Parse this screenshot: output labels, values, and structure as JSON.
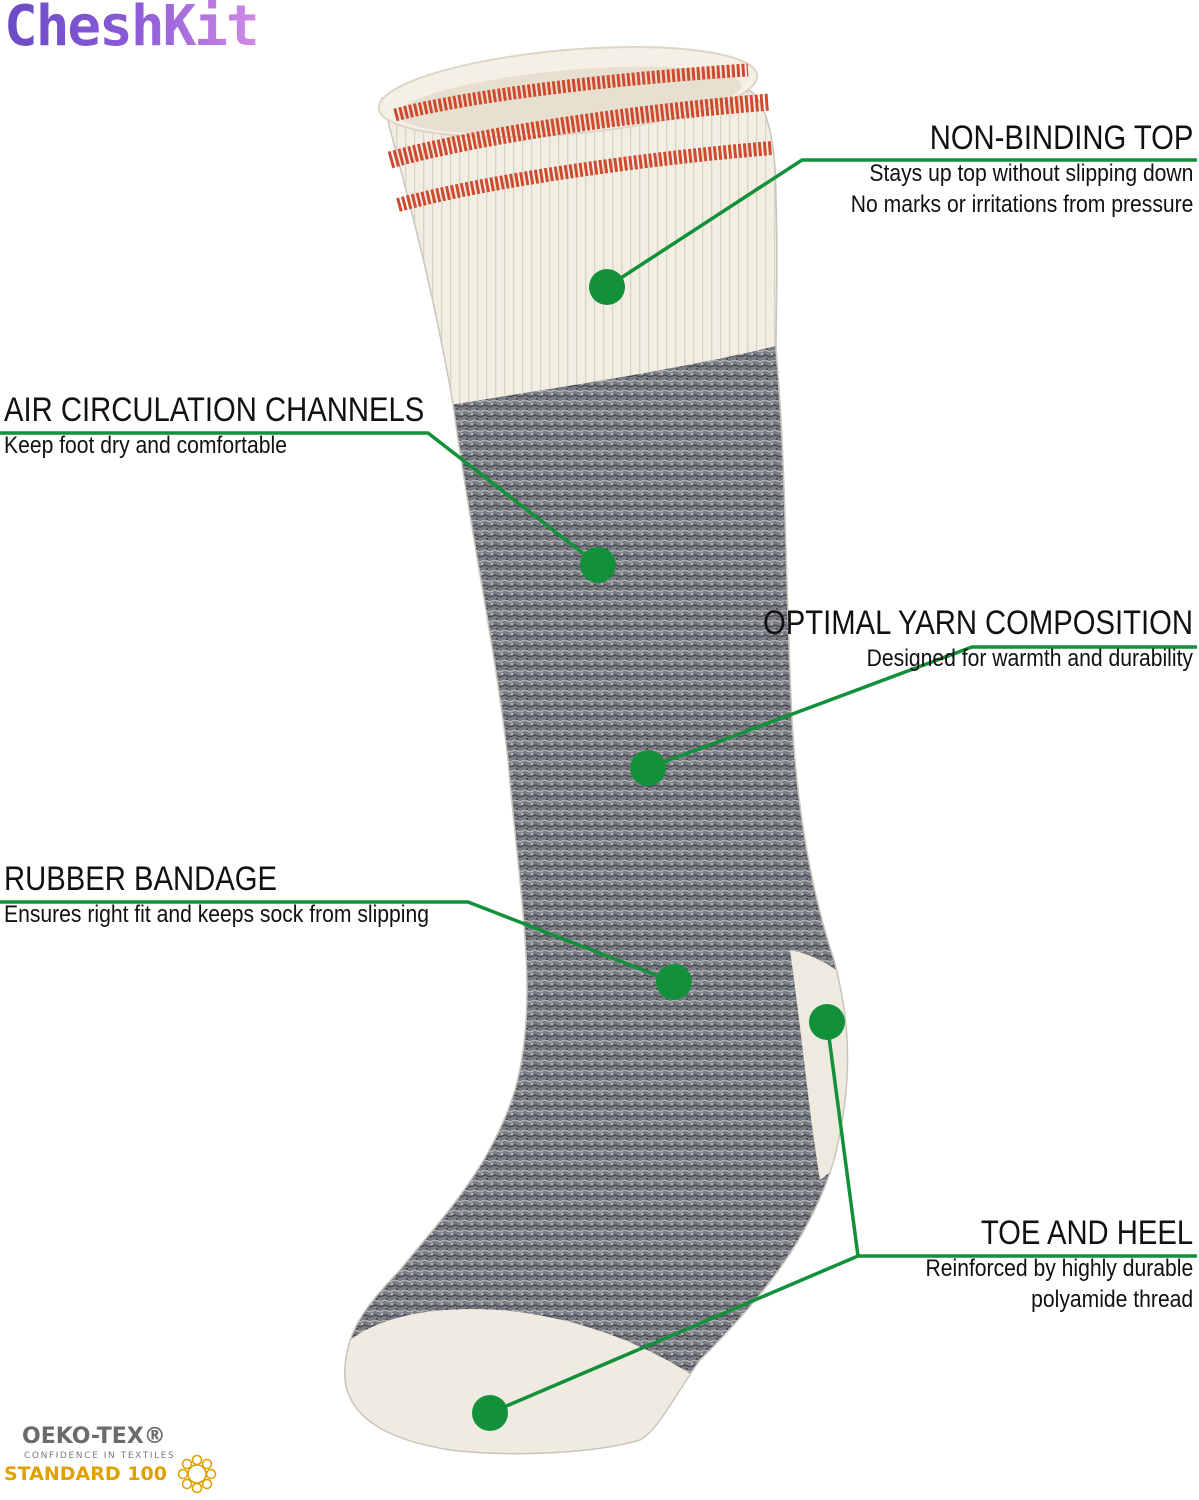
{
  "brand": {
    "name": "CheshKit"
  },
  "features": [
    {
      "title": "NON-BINDING TOP",
      "lines": [
        "Stays up top without slipping down",
        "No marks or irritations from pressure"
      ]
    },
    {
      "title": "AIR CIRCULATION CHANNELS",
      "lines": [
        "Keep foot dry and comfortable"
      ]
    },
    {
      "title": "OPTIMAL YARN COMPOSITION",
      "lines": [
        "Designed for warmth and durability"
      ]
    },
    {
      "title": "RUBBER BANDAGE",
      "lines": [
        "Ensures right fit and keeps sock from slipping"
      ]
    },
    {
      "title": "TOE AND HEEL",
      "lines": [
        "Reinforced by highly durable",
        "polyamide thread"
      ]
    }
  ],
  "certification": {
    "name": "OEKO-TEX®",
    "tagline": "CONFIDENCE IN TEXTILES",
    "standard": "STANDARD 100"
  },
  "colors": {
    "accent_green": "#12913a",
    "stripe_red": "#cf4a2e",
    "cream": "#f1ece0",
    "heather_gray": "#7c7f86",
    "brand_purple": "#6a4cc6",
    "brand_pink": "#d18be6",
    "oeko_gold": "#e0a100"
  }
}
